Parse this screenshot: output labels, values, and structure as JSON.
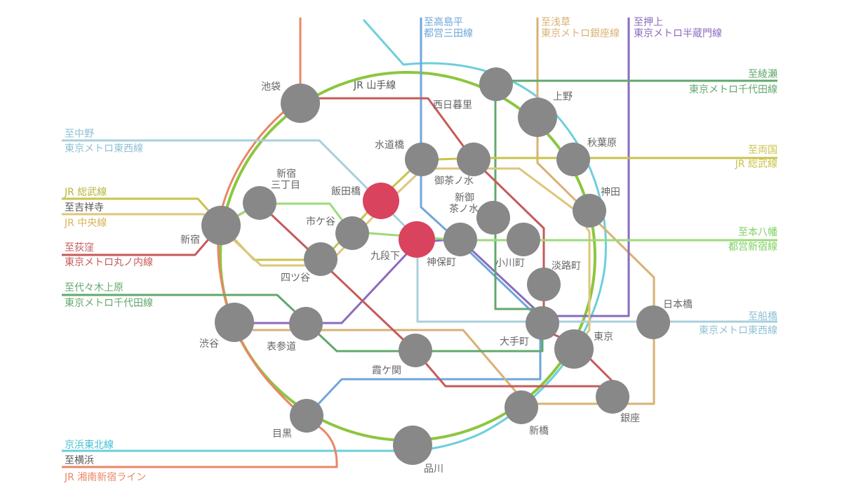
{
  "colors": {
    "jr_yamanote": "#8cc63f",
    "jr_keihin": "#6ccfdc",
    "jr_shonan": "#e98668",
    "jr_sobu": "#c9c34a",
    "jr_chuo": "#dec67a",
    "mita": "#6fa6d9",
    "ginza": "#d9b174",
    "hanzomon": "#8a6bbd",
    "chiyoda": "#62a86e",
    "tozai": "#a9cfdc",
    "marunouchi": "#c65a5a",
    "shinjuku": "#9bdb7a",
    "station": "#888888",
    "highlight": "#d9435e",
    "ring_label": "#555555"
  },
  "lines": {
    "yamanote": "JR 山手線",
    "keihin_tohoku": "京浜東北線",
    "shonan_shinjuku": "JR 湘南新宿ライン",
    "sobu_west": "JR 総武線",
    "sobu_east": "JR 総武線",
    "chuo": "JR 中央線",
    "mita": "都営三田線",
    "ginza": "東京メトロ銀座線",
    "hanzomon": "東京メトロ半蔵門線",
    "chiyoda_ne": "東京メトロ千代田線",
    "chiyoda_sw": "東京メトロ千代田線",
    "tozai_west": "東京メトロ東西線",
    "tozai_east": "東京メトロ東西線",
    "marunouchi": "東京メトロ丸ノ内線",
    "shinjuku": "都営新宿線"
  },
  "destinations": {
    "takashimadaira": "至高島平",
    "asakusa": "至浅草",
    "oshiage": "至押上",
    "ayase": "至綾瀬",
    "nakano": "至中野",
    "ryogoku": "至両国",
    "kichijoji": "至吉祥寺",
    "ogikubo": "至荻窪",
    "motoyawata": "至本八幡",
    "yoyogiuehara": "至代々木上原",
    "funabashi": "至船橋",
    "yokohama": "至横浜"
  },
  "stations": {
    "ikebukuro": "池袋",
    "nishinippori": "西日暮里",
    "ueno": "上野",
    "akihabara": "秋葉原",
    "kanda": "神田",
    "suidobashi": "水道橋",
    "ochanomizu": "御茶ノ水",
    "shin_ochanomizu_1": "新御",
    "shin_ochanomizu_2": "茶ノ水",
    "iidabashi": "飯田橋",
    "shinjuku_sanchome_1": "新宿",
    "shinjuku_sanchome_2": "三丁目",
    "ichigaya": "市ケ谷",
    "kudanshita": "九段下",
    "jimbocho": "神保町",
    "ogawamachi": "小川町",
    "awajicho": "淡路町",
    "shinjuku": "新宿",
    "yotsuya": "四ツ谷",
    "otemachi": "大手町",
    "nihombashi": "日本橋",
    "tokyo": "東京",
    "shibuya": "渋谷",
    "omotesando": "表参道",
    "kasumigaseki": "霞ケ関",
    "ginza": "銀座",
    "shimbashi": "新橋",
    "meguro": "目黒",
    "shinagawa": "品川"
  }
}
